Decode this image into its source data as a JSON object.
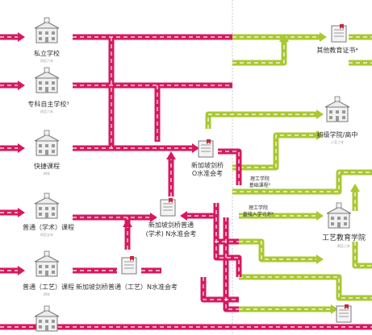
{
  "nodes": {
    "private_school": {
      "label": "私立学校",
      "sub": "四至六年"
    },
    "specialized": {
      "label": "专科自主学校³",
      "sub": "四至六年"
    },
    "express": {
      "label": "快捷课程",
      "sub": "四年"
    },
    "normal_academic": {
      "label": "普通（学术）课程",
      "sub": "四至五年"
    },
    "normal_technical": {
      "label": "普通（工艺）课程",
      "sub": "四年"
    },
    "o_level": {
      "label_lines": [
        "新加坡剑桥",
        "O水准会考"
      ]
    },
    "na_level": {
      "label_lines": [
        "新加坡剑桥普通",
        "(学术) N水准会考"
      ]
    },
    "nt_level": {
      "label": "新加坡剑桥普通（工艺）N水准会考"
    },
    "other_cert": {
      "label": "其他教育证书⁴"
    },
    "junior_college": {
      "label": "初级学院/高中",
      "sub": "二至三年"
    },
    "poly_foundation": {
      "label_lines": [
        "理工学院",
        "基础课程⁵"
      ],
      "sub": "一年"
    },
    "poly_direct": {
      "label_lines": [
        "理工学院",
        "直接入学计划⁶"
      ]
    },
    "ite": {
      "label": "工艺教育学院",
      "sub": "两至三年"
    }
  },
  "colors": {
    "secondary_path": "#d6195f",
    "post_secondary_path": "#a9c832",
    "dash": "#ffffff",
    "building": "#7a7a7a",
    "flag": "#c8283a"
  }
}
